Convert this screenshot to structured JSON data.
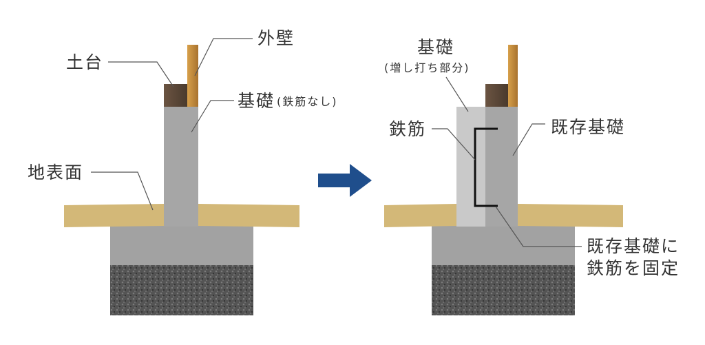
{
  "before": {
    "labels": {
      "sill": "土台",
      "outer_wall": "外壁",
      "foundation": "基礎",
      "foundation_note": "(鉄筋なし)",
      "ground_surface": "地表面"
    }
  },
  "after": {
    "labels": {
      "foundation": "基礎",
      "foundation_note": "(増し打ち部分)",
      "rebar": "鉄筋",
      "existing_foundation": "既存基礎",
      "fix_note_line1": "既存基礎に",
      "fix_note_line2": "鉄筋を固定"
    }
  },
  "colors": {
    "wall_post": "#c38a3c",
    "sill": "#5b4636",
    "concrete": "#a4a4a4",
    "new_concrete": "#c9c9c9",
    "soil": "#d3b878",
    "gravel": "#585858",
    "arrow": "#1f4e8c",
    "rebar": "#111111"
  }
}
